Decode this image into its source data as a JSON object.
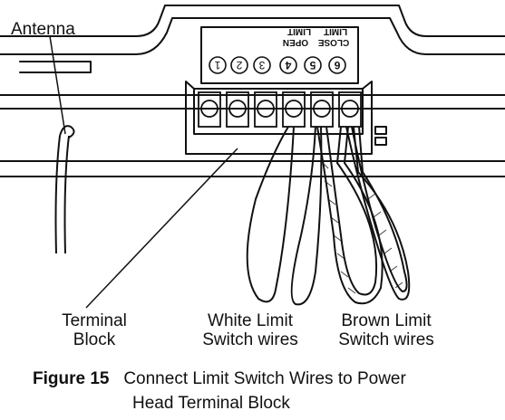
{
  "labels": {
    "antenna": "Antenna",
    "terminal_block_line1": "Terminal",
    "terminal_block_line2": "Block",
    "white_wires_line1": "White Limit",
    "white_wires_line2": "Switch wires",
    "brown_wires_line1": "Brown Limit",
    "brown_wires_line2": "Switch wires"
  },
  "panel_text": {
    "limit_a": "LIMIT",
    "limit_b": "LIMIT",
    "close": "CLOSE",
    "open": "OPEN"
  },
  "terminal_numbers": [
    "1",
    "2",
    "3",
    "4",
    "5",
    "6"
  ],
  "caption": {
    "figure": "Figure 15",
    "line1": "Connect Limit Switch Wires to Power",
    "line2": "Head Terminal Block"
  },
  "colors": {
    "ink": "#111111",
    "background": "#ffffff"
  }
}
